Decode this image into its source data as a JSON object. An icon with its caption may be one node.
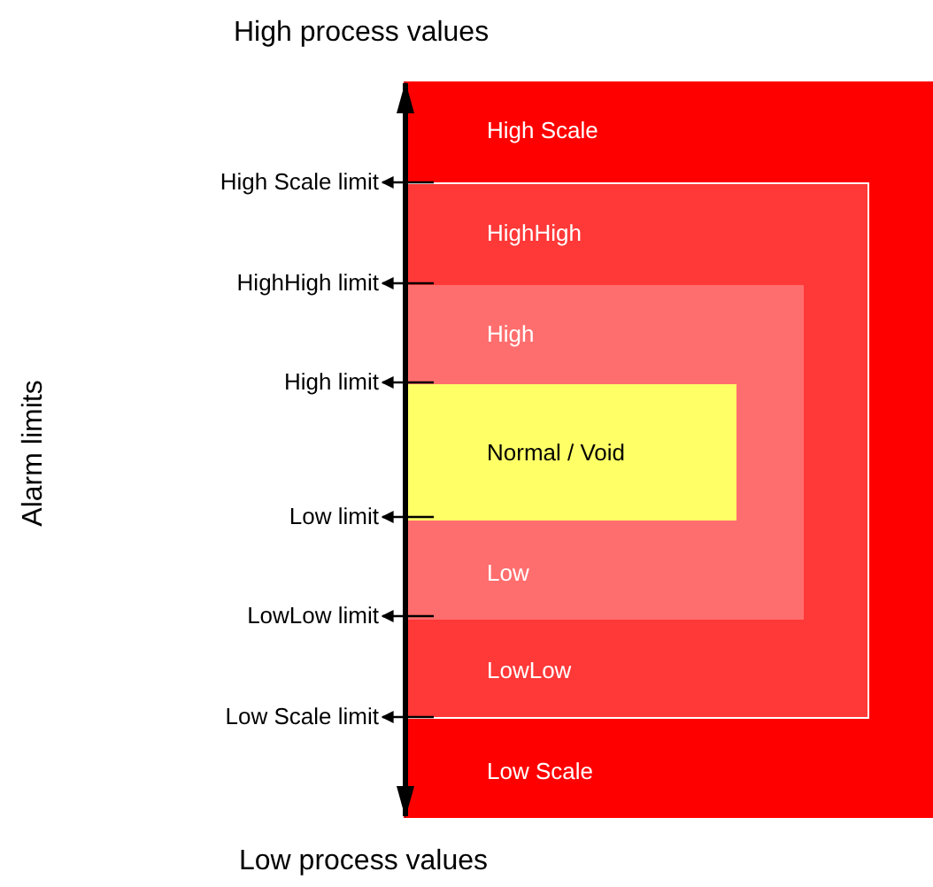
{
  "diagram": {
    "nodes": [
      {
        "text": [
          "High Scale",
          "Low Scale"
        ]
      },
      {
        "text": [
          "HighHigh",
          "LowLow"
        ],
        "in": 0
      },
      {
        "text": [
          "High",
          "Low"
        ],
        "in": 1
      },
      {
        "text": [
          "Normal / Void"
        ],
        "in": 2
      },
      {
        "text": [
          "High Scale limit"
        ]
      },
      {
        "text": [
          "HighHigh limit"
        ]
      },
      {
        "text": [
          "High limit"
        ]
      },
      {
        "text": [
          "Low limit"
        ]
      },
      {
        "text": [
          "LowLow limit"
        ]
      },
      {
        "text": [
          "Low Scale limit"
        ]
      }
    ],
    "edges": [
      {
        "from": 1,
        "to": 4,
        "arrow": "to"
      },
      {
        "from": 2,
        "to": 5,
        "arrow": "to"
      },
      {
        "from": 3,
        "to": 6,
        "arrow": "to"
      },
      {
        "from": 3,
        "to": 7,
        "arrow": "to"
      },
      {
        "from": 2,
        "to": 8,
        "arrow": "to"
      },
      {
        "from": 1,
        "to": 9,
        "arrow": "to"
      }
    ],
    "labels": [
      "High process values",
      "Alarm limits",
      "Low process values"
    ]
  }
}
